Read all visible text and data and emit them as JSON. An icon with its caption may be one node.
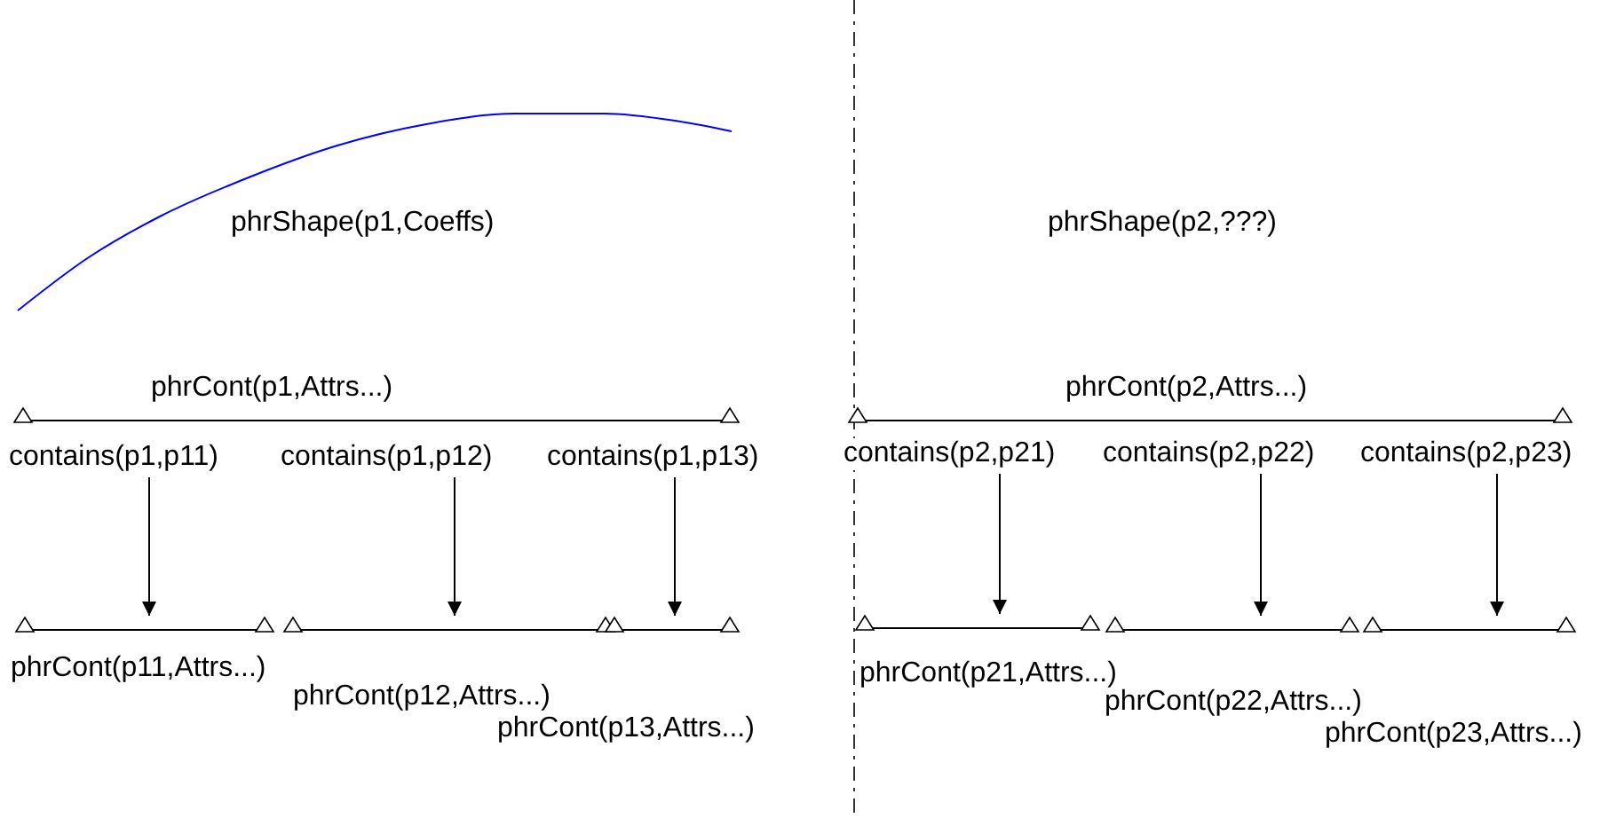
{
  "diagram": {
    "nodes": [
      {
        "text": [
          "phrCont(p1,Attrs...)"
        ]
      },
      {
        "text": [
          "contains(p1,p11)"
        ]
      },
      {
        "text": [
          "contains(p1,p12)"
        ]
      },
      {
        "text": [
          "contains(p1,p13)"
        ]
      },
      {
        "text": [
          "phrCont(p11,Attrs...)"
        ]
      },
      {
        "text": [
          "phrCont(p12,Attrs...)"
        ]
      },
      {
        "text": [
          "phrCont(p13,Attrs...)"
        ]
      },
      {
        "text": [
          "phrCont(p2,Attrs...)"
        ]
      },
      {
        "text": [
          "contains(p2,p21)"
        ]
      },
      {
        "text": [
          "contains(p2,p22)"
        ]
      },
      {
        "text": [
          "contains(p2,p23)"
        ]
      },
      {
        "text": [
          "phrCont(p21,Attrs...)"
        ]
      },
      {
        "text": [
          "phrCont(p22,Attrs...)"
        ]
      },
      {
        "text": [
          "phrCont(p23,Attrs...)"
        ]
      }
    ],
    "edges": [
      {
        "from": 1,
        "to": 4,
        "arrow": "to"
      },
      {
        "from": 2,
        "to": 5,
        "arrow": "to"
      },
      {
        "from": 3,
        "to": 6,
        "arrow": "to"
      },
      {
        "from": 8,
        "to": 11,
        "arrow": "to"
      },
      {
        "from": 9,
        "to": 12,
        "arrow": "to"
      },
      {
        "from": 10,
        "to": 13,
        "arrow": "to"
      }
    ],
    "labels": [
      "phrShape(p1,Coeffs)",
      "phrShape(p2,???)"
    ]
  }
}
